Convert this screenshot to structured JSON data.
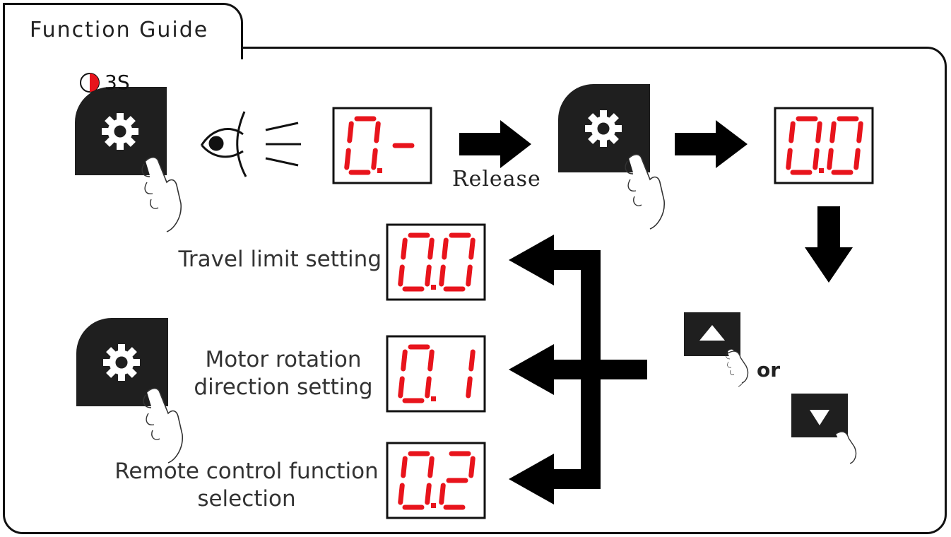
{
  "header": {
    "title": "Function Guide"
  },
  "press_hold": {
    "duration": "3S"
  },
  "flow": {
    "release_label": "Release",
    "or_label": "or"
  },
  "displays": {
    "first": "0.-",
    "second": "0.0",
    "options": [
      "0.0",
      "0.1",
      "0.2"
    ]
  },
  "options": [
    {
      "label": "Travel limit setting"
    },
    {
      "label": "Motor rotation direction setting"
    },
    {
      "label": "Remote control function selection"
    }
  ],
  "colors": {
    "segment": "#e8141c",
    "button": "#222222",
    "line": "#000000"
  }
}
